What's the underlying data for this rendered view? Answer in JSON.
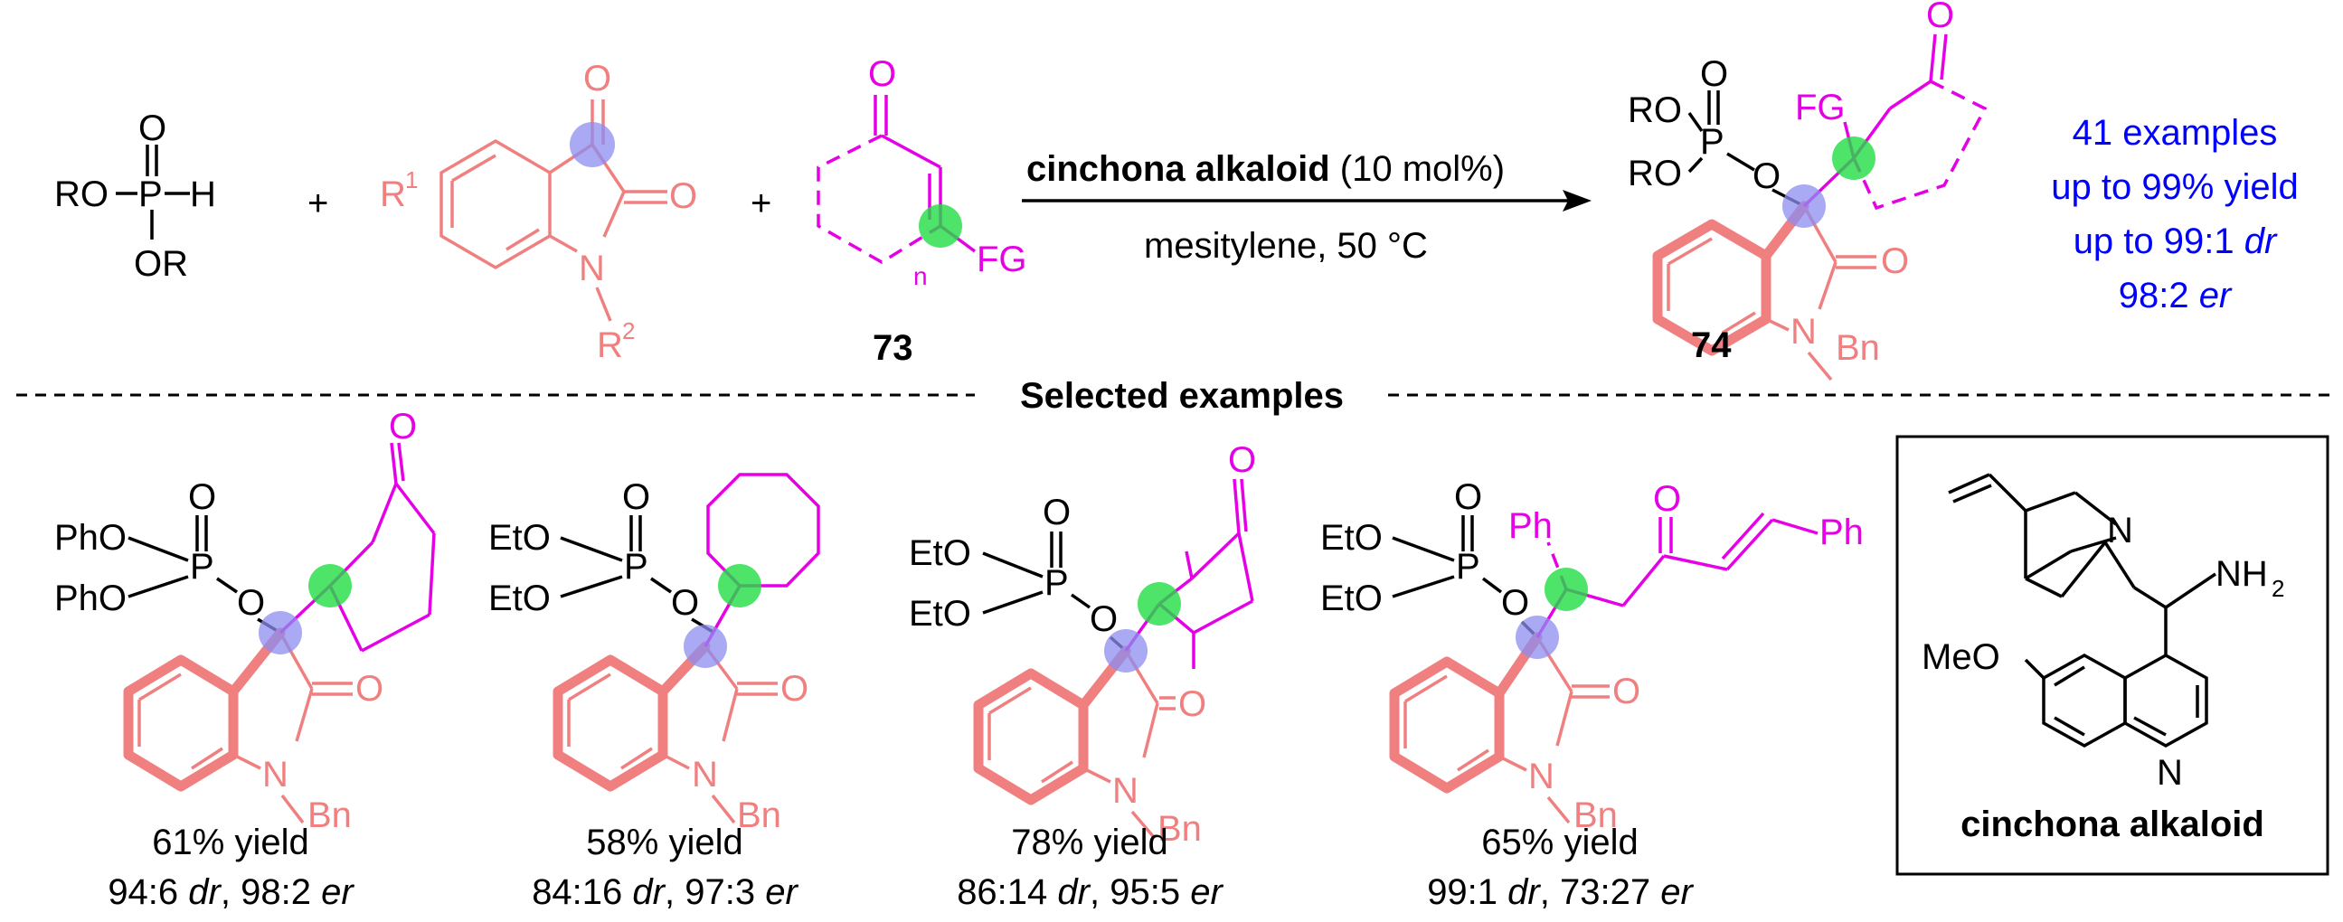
{
  "colors": {
    "isatin": "#f08080",
    "enone": "#e600e6",
    "summary": "#0000ff",
    "blue_marker": "#8c8cf0",
    "green_marker": "#22dd44"
  },
  "scheme": {
    "phosphite": {
      "ro1": "RO",
      "p": "P",
      "h": "H",
      "or": "OR",
      "o": "O"
    },
    "plus": "+",
    "isatin": {
      "r1": "R",
      "r1_sup": "1",
      "r2": "R",
      "r2_sup": "2",
      "n": "N",
      "o": "O"
    },
    "enone": {
      "o": "O",
      "n": "n",
      "fg": "FG",
      "label": "73"
    },
    "catalyst_bold": "cinchona alkaloid",
    "catalyst_loading": " (10 mol%)",
    "conditions": "mesitylene, 50 °C",
    "product": {
      "ro": "RO",
      "p": "P",
      "o": "O",
      "fg": "FG",
      "n": "N",
      "bn": "Bn",
      "label": "74"
    },
    "summary": {
      "line1": "41 examples",
      "line2": "up to 99% yield",
      "line3_pre": "up to 99:1 ",
      "line3_it": "dr",
      "line4_pre": "98:2 ",
      "line4_it": "er"
    }
  },
  "divider_label": "Selected examples",
  "examples": [
    {
      "ester": "PhO",
      "yield": "61% yield",
      "dr": "94:6",
      "er": "98:2"
    },
    {
      "ester": "EtO",
      "yield": "58% yield",
      "dr": "84:16",
      "er": "97:3"
    },
    {
      "ester": "EtO",
      "yield": "78% yield",
      "dr": "86:14",
      "er": "95:5"
    },
    {
      "ester": "EtO",
      "yield": "65% yield",
      "dr": "99:1",
      "er": "73:27",
      "ph": "Ph"
    }
  ],
  "example_common": {
    "p": "P",
    "o": "O",
    "n": "N",
    "bn": "Bn",
    "dr_it": "dr",
    "er_it": "er",
    "comma": ", "
  },
  "catalyst_box": {
    "n": "N",
    "nh2": "NH",
    "nh2_sub": "2",
    "meo": "MeO",
    "label": "cinchona alkaloid"
  }
}
